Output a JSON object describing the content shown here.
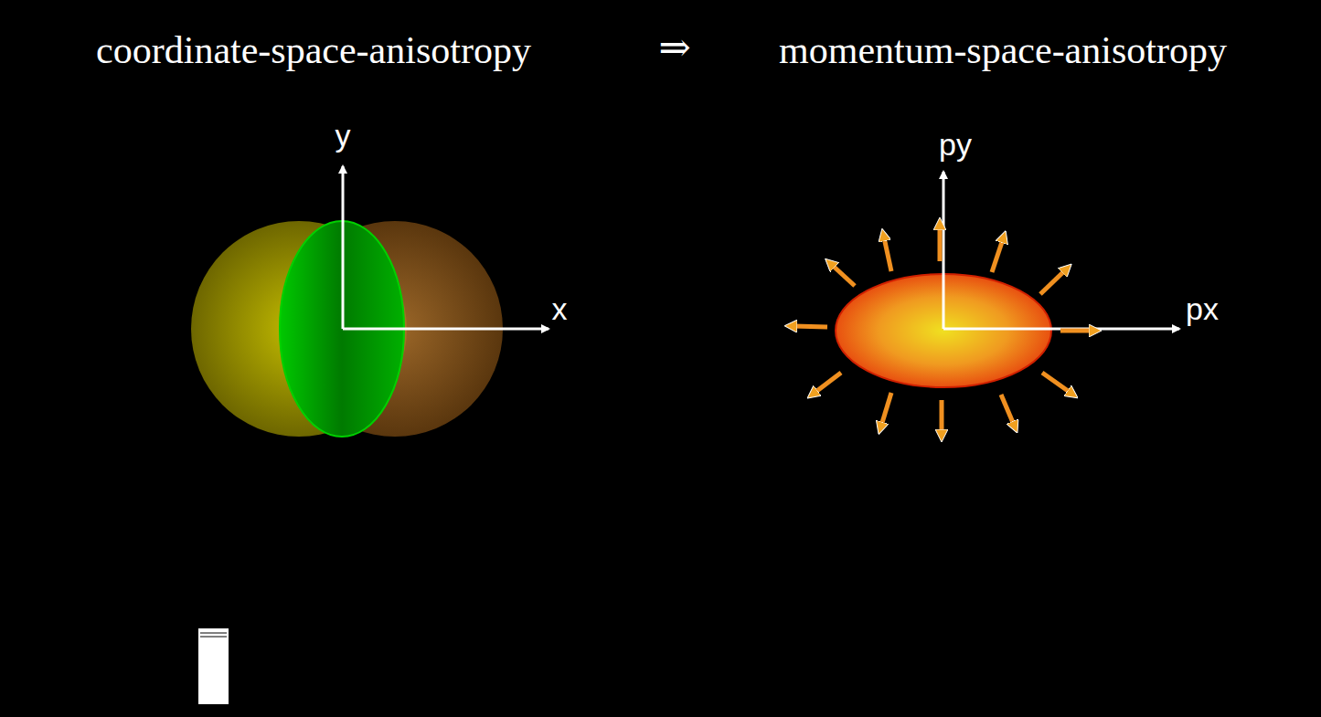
{
  "diagram": {
    "labels": [
      "coordinate-space-anisotropy",
      "⇒",
      "momentum-space-anisotropy",
      "y",
      "x",
      "py",
      "px"
    ]
  }
}
